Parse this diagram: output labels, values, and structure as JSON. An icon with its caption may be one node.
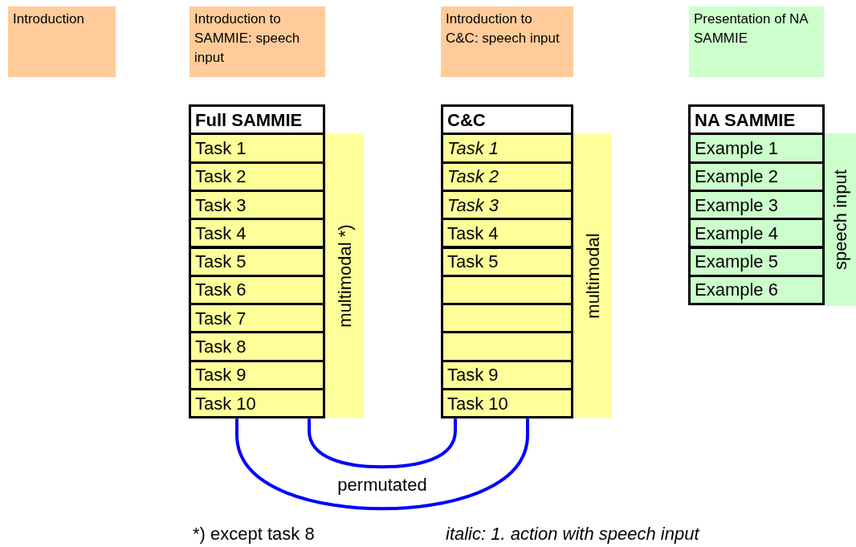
{
  "diagram": {
    "nodes": [
      {
        "text": [
          "Introduction"
        ]
      },
      {
        "text": [
          "Introduction to SAMMIE: speech input"
        ]
      },
      {
        "text": [
          "Introduction to C&C: speech input"
        ]
      },
      {
        "text": [
          "Presentation of NA SAMMIE"
        ]
      },
      {
        "text": [
          "Full SAMMIE"
        ]
      },
      {
        "text": [
          "Task 1"
        ]
      },
      {
        "text": [
          "Task 2"
        ]
      },
      {
        "text": [
          "Task 3"
        ]
      },
      {
        "text": [
          "Task 4"
        ]
      },
      {
        "text": [
          "Task 5"
        ]
      },
      {
        "text": [
          "Task 6"
        ]
      },
      {
        "text": [
          "Task 7"
        ]
      },
      {
        "text": [
          "Task 8"
        ]
      },
      {
        "text": [
          "Task 9"
        ]
      },
      {
        "text": [
          "Task 10"
        ]
      },
      {
        "text": [
          "multimodal *)"
        ]
      },
      {
        "text": [
          "C&C"
        ]
      },
      {
        "text": [
          "Task 1"
        ]
      },
      {
        "text": [
          "Task 2"
        ]
      },
      {
        "text": [
          "Task 3"
        ]
      },
      {
        "text": [
          "Task 4"
        ]
      },
      {
        "text": [
          "Task 5"
        ]
      },
      {
        "text": [],
        "shape": "box"
      },
      {
        "text": [],
        "shape": "box"
      },
      {
        "text": [],
        "shape": "box"
      },
      {
        "text": [
          "Task 9"
        ]
      },
      {
        "text": [
          "Task 10"
        ]
      },
      {
        "text": [
          "multimodal"
        ]
      },
      {
        "text": [
          "NA SAMMIE"
        ]
      },
      {
        "text": [
          "Example 1"
        ]
      },
      {
        "text": [
          "Example 2"
        ]
      },
      {
        "text": [
          "Example 3"
        ]
      },
      {
        "text": [
          "Example 4"
        ]
      },
      {
        "text": [
          "Example 5"
        ]
      },
      {
        "text": [
          "Example 6"
        ]
      },
      {
        "text": [
          "speech input"
        ]
      }
    ],
    "edges": [
      {
        "from": 14,
        "to": 26,
        "arrow": "none",
        "label": "permutated",
        "color": "#0000ff"
      }
    ],
    "labels": [
      "*) except task 8",
      "italic: 1. action with speech input"
    ]
  }
}
